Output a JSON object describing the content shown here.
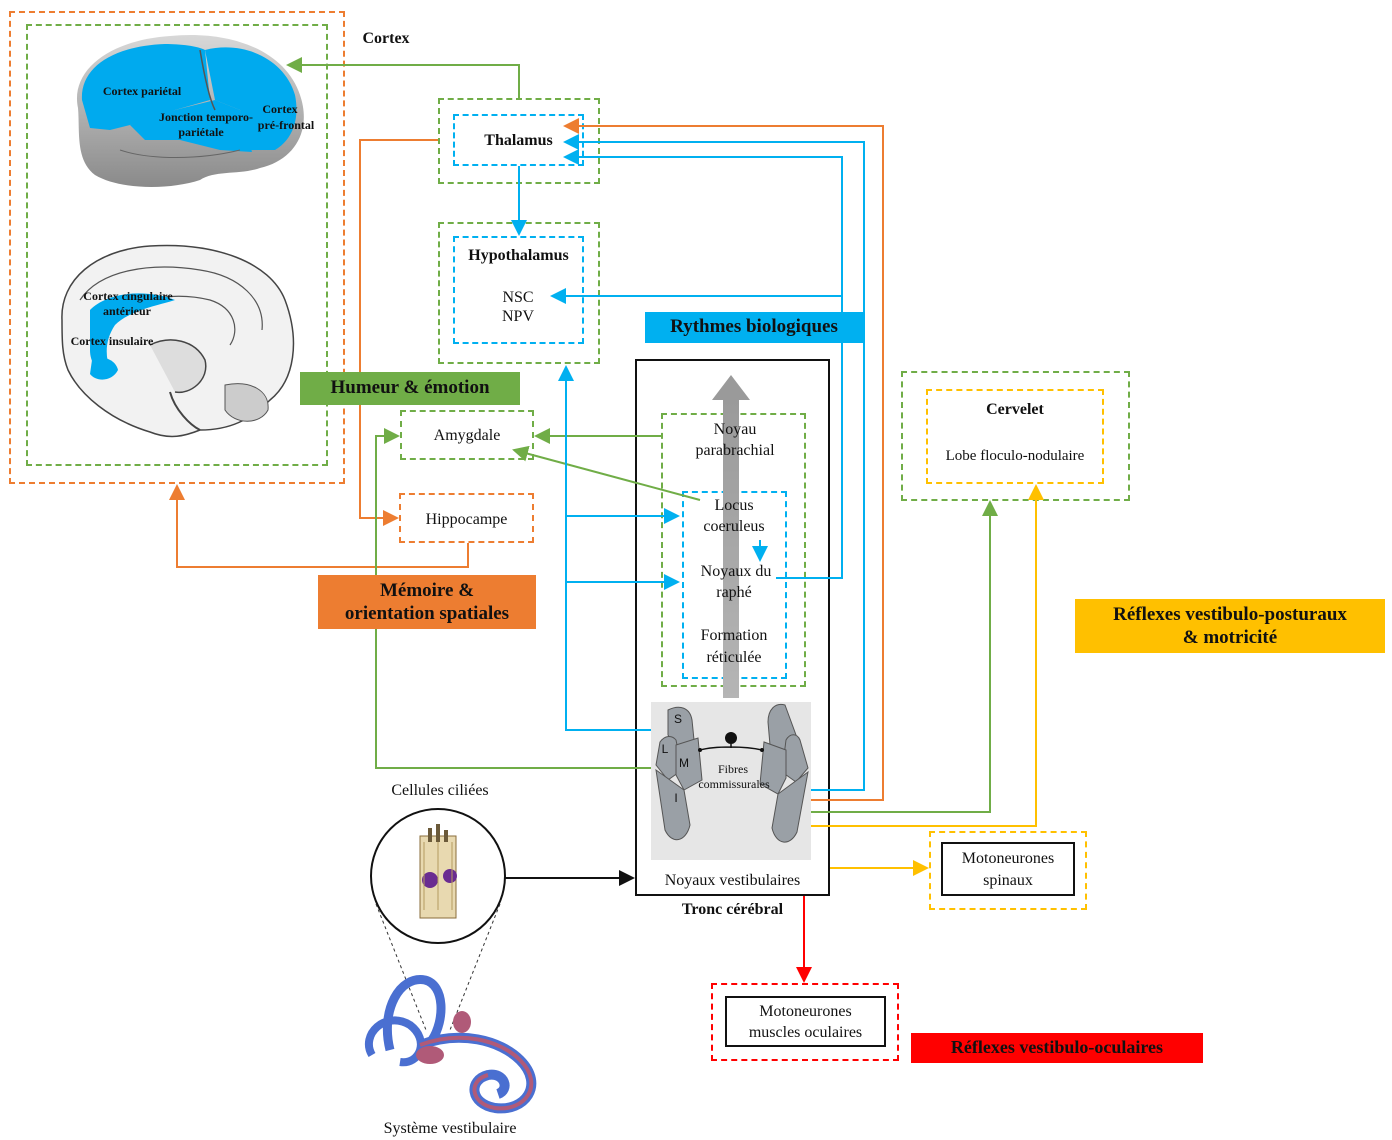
{
  "cortex": {
    "title": "Cortex",
    "parietal": "Cortex pariétal",
    "jonction_line1": "Jonction temporo-",
    "jonction_line2": "pariétale",
    "prefrontal_line1": "Cortex",
    "prefrontal_line2": "pré-frontal",
    "cingulaire_line1": "Cortex cingulaire",
    "cingulaire_line2": "antérieur",
    "insulaire": "Cortex insulaire"
  },
  "thalamus": {
    "label": "Thalamus"
  },
  "hypothalamus": {
    "title": "Hypothalamus",
    "nsc": "NSC",
    "npv": "NPV"
  },
  "amygdale": {
    "label": "Amygdale"
  },
  "hippocampe": {
    "label": "Hippocampe"
  },
  "brainstem": {
    "title": "Tronc cérébral",
    "noyau_parabrachial_line1": "Noyau",
    "noyau_parabrachial_line2": "parabrachial",
    "locus_line1": "Locus",
    "locus_line2": "coeruleus",
    "raphe_line1": "Noyaux du",
    "raphe_line2": "raphé",
    "formation_line1": "Formation",
    "formation_line2": "réticulée",
    "noyaux_vestibulaires": "Noyaux vestibulaires",
    "fibres_line1": "Fibres",
    "fibres_line2": "commissurales",
    "nucleus_letters": [
      "S",
      "L",
      "M",
      "I"
    ]
  },
  "cervelet": {
    "title": "Cervelet",
    "lobe": "Lobe floculo-nodulaire"
  },
  "motoneurones_spinaux": {
    "line1": "Motoneurones",
    "line2": "spinaux"
  },
  "motoneurones_oculaires": {
    "line1": "Motoneurones",
    "line2": "muscles oculaires"
  },
  "inner_ear": {
    "cellules": "Cellules ciliées",
    "systeme": "Système vestibulaire"
  },
  "banners": {
    "rythmes": "Rythmes biologiques",
    "humeur": "Humeur & émotion",
    "memoire_line1": "Mémoire &",
    "memoire_line2": "orientation spatiales",
    "posturaux_line1": "Réflexes vestibulo-posturaux",
    "posturaux_line2": "& motricité",
    "oculaires": "Réflexes vestibulo-oculaires"
  },
  "colors": {
    "orange": "#ed7d31",
    "green": "#70ad47",
    "blue": "#00b0f0",
    "yellow": "#ffc000",
    "red": "#ff0000",
    "brain_highlight": "#00aaee"
  }
}
